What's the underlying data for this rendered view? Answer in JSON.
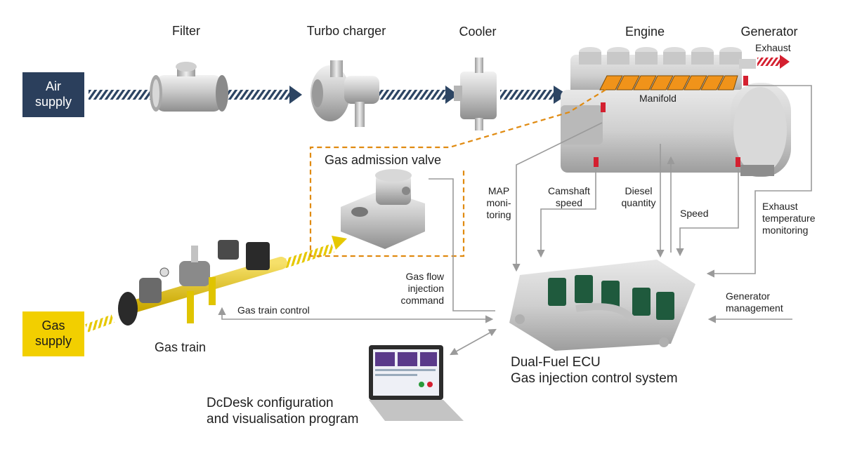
{
  "supplies": {
    "air": [
      "Air",
      "supply"
    ],
    "gas": [
      "Gas",
      "supply"
    ]
  },
  "components": {
    "filter": "Filter",
    "turbo": "Turbo charger",
    "cooler": "Cooler",
    "engine": "Engine",
    "generator": "Generator",
    "exhaust": "Exhaust",
    "manifold": "Manifold",
    "gas_admission_valve": "Gas admission valve",
    "gas_train": "Gas train"
  },
  "signals": {
    "map": [
      "MAP",
      "moni-",
      "toring"
    ],
    "camshaft": [
      "Camshaft",
      "speed"
    ],
    "diesel": [
      "Diesel",
      "quantity"
    ],
    "speed": "Speed",
    "exhaust_temp": [
      "Exhaust",
      "temperature",
      "monitoring"
    ],
    "gas_flow": [
      "Gas flow",
      "injection",
      "command"
    ],
    "generator_mgmt": [
      "Generator",
      "management"
    ],
    "gas_train_control": "Gas train control"
  },
  "ecu": [
    "Dual-Fuel ECU",
    "Gas injection control system"
  ],
  "dcdesk": [
    "DcDesk configuration",
    "and visualisation program"
  ],
  "colors": {
    "air_box": "#2b3f5c",
    "gas_box": "#f2cf00",
    "air_hatch": "#2d4563",
    "gas_hatch": "#e6c800",
    "dashed_orange": "#e08a10",
    "signal_gray": "#9a9a9a",
    "exhaust_red": "#d42030",
    "manifold_orange": "#f0931a"
  }
}
